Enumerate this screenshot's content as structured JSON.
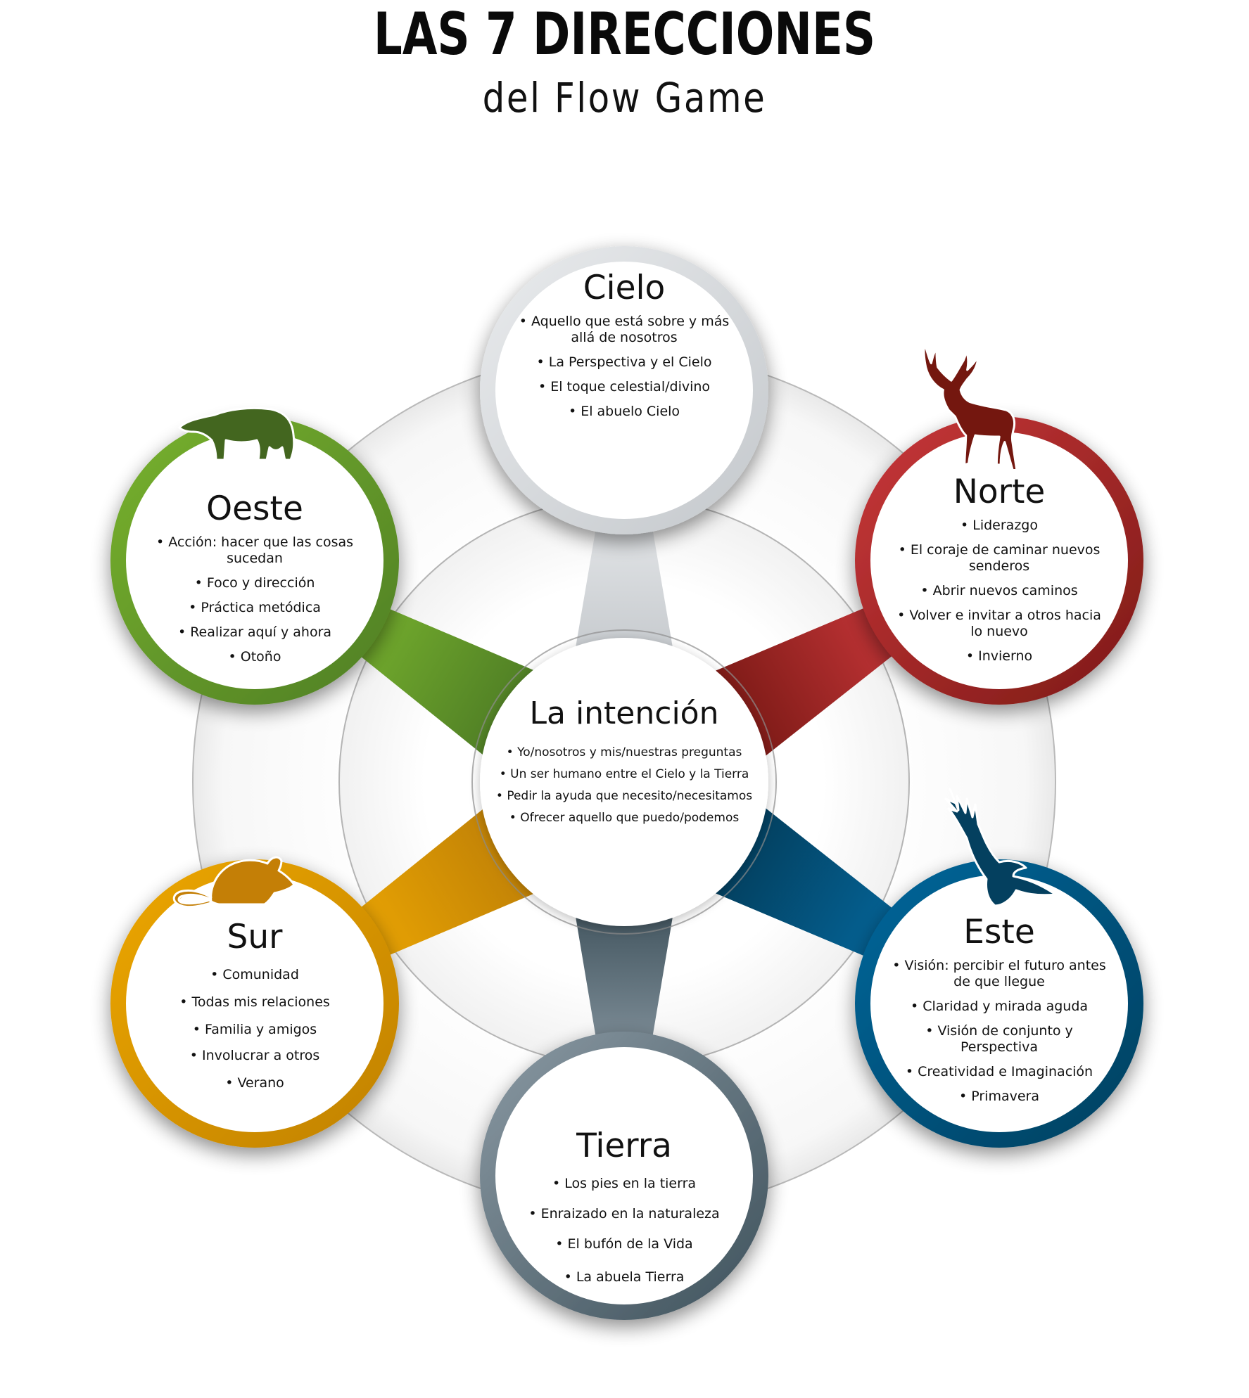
{
  "header": {
    "title": "LAS 7 DIRECCIONES",
    "subtitle": "del Flow Game"
  },
  "center": {
    "id": "intencion",
    "title": "La intención",
    "items": [
      "Yo/nosotros y mis/nuestras preguntas",
      "Un ser humano entre el Cielo y la Tierra",
      "Pedir la ayuda que necesito/necesitamos",
      "Ofrecer aquello que puedo/podemos"
    ]
  },
  "directions": [
    {
      "id": "cielo",
      "title": "Cielo",
      "animal": null,
      "color_light": "#e9ebed",
      "color_dark": "#c4c8cc",
      "items": [
        "Aquello que está sobre y más allá de nosotros",
        "La Perspectiva y el Cielo",
        "El toque celestial/divino",
        "El abuelo Cielo"
      ]
    },
    {
      "id": "norte",
      "title": "Norte",
      "animal": "deer-icon",
      "color_light": "#c9373a",
      "color_dark": "#7c1a16",
      "animal_color": "#74170f",
      "items": [
        "Liderazgo",
        "El coraje de caminar nuevos senderos",
        "Abrir nuevos caminos",
        "Volver e invitar a otros hacia lo nuevo",
        "Invierno"
      ]
    },
    {
      "id": "este",
      "title": "Este",
      "animal": "eagle-icon",
      "color_light": "#04679c",
      "color_dark": "#033f5e",
      "animal_color": "#04405f",
      "items": [
        "Visión: percibir el futuro antes de que llegue",
        "Claridad y mirada aguda",
        "Visión de conjunto y Perspectiva",
        "Creatividad e Imaginación",
        "Primavera"
      ]
    },
    {
      "id": "tierra",
      "title": "Tierra",
      "animal": null,
      "color_light": "#8b9aa4",
      "color_dark": "#3e515b",
      "items": [
        "Los pies en la tierra",
        "Enraizado en la naturaleza",
        "El bufón de la Vida",
        "La abuela Tierra"
      ]
    },
    {
      "id": "sur",
      "title": "Sur",
      "animal": "mouse-icon",
      "color_light": "#eda703",
      "color_dark": "#c08106",
      "animal_color": "#c47f06",
      "items": [
        "Comunidad",
        "Todas mis relaciones",
        "Familia y amigos",
        "Involucrar a otros",
        "Verano"
      ]
    },
    {
      "id": "oeste",
      "title": "Oeste",
      "animal": "bear-icon",
      "color_light": "#78b22e",
      "color_dark": "#4f7e25",
      "animal_color": "#43661f",
      "items": [
        "Acción: hacer que las cosas sucedan",
        "Foco y dirección",
        "Práctica metódica",
        "Realizar aquí y ahora",
        "Otoño"
      ]
    }
  ]
}
